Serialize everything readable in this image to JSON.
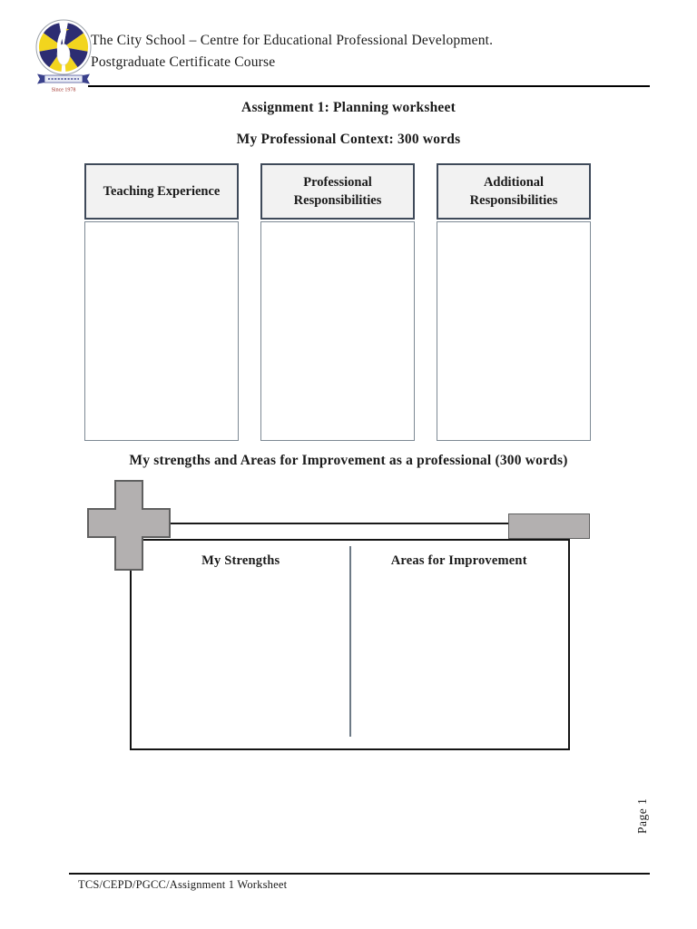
{
  "header": {
    "line1": "The City School – Centre for Educational Professional Development.",
    "line2": "Postgraduate Certificate Course",
    "logo_since": "Since 1978"
  },
  "titles": {
    "assignment": "Assignment 1: Planning worksheet",
    "professional_context": "My Professional Context: 300 words",
    "strengths_heading": "My strengths and Areas for Improvement as a professional (300 words)"
  },
  "context_boxes": [
    {
      "label": "Teaching Experience"
    },
    {
      "label": "Professional Responsibilities"
    },
    {
      "label": "Additional Responsibilities"
    }
  ],
  "strengths_section": {
    "left_header": "My Strengths",
    "right_header": "Areas for Improvement"
  },
  "page_number": "Page 1",
  "footer": {
    "reference": "TCS/CEPD/PGCC/Assignment 1 Worksheet"
  },
  "colors": {
    "shape_fill": "#b3b0b0",
    "shape_border": "#606060",
    "box_header_fill": "#f2f2f2",
    "box_header_border": "#3f4a5a",
    "box_body_border": "#7d8994",
    "big_box_border": "#141414",
    "divider": "#6d7a86",
    "rule": "#000000",
    "logo_navy": "#2d2d72",
    "logo_yellow": "#f2d51e",
    "logo_since_red": "#a03028"
  }
}
